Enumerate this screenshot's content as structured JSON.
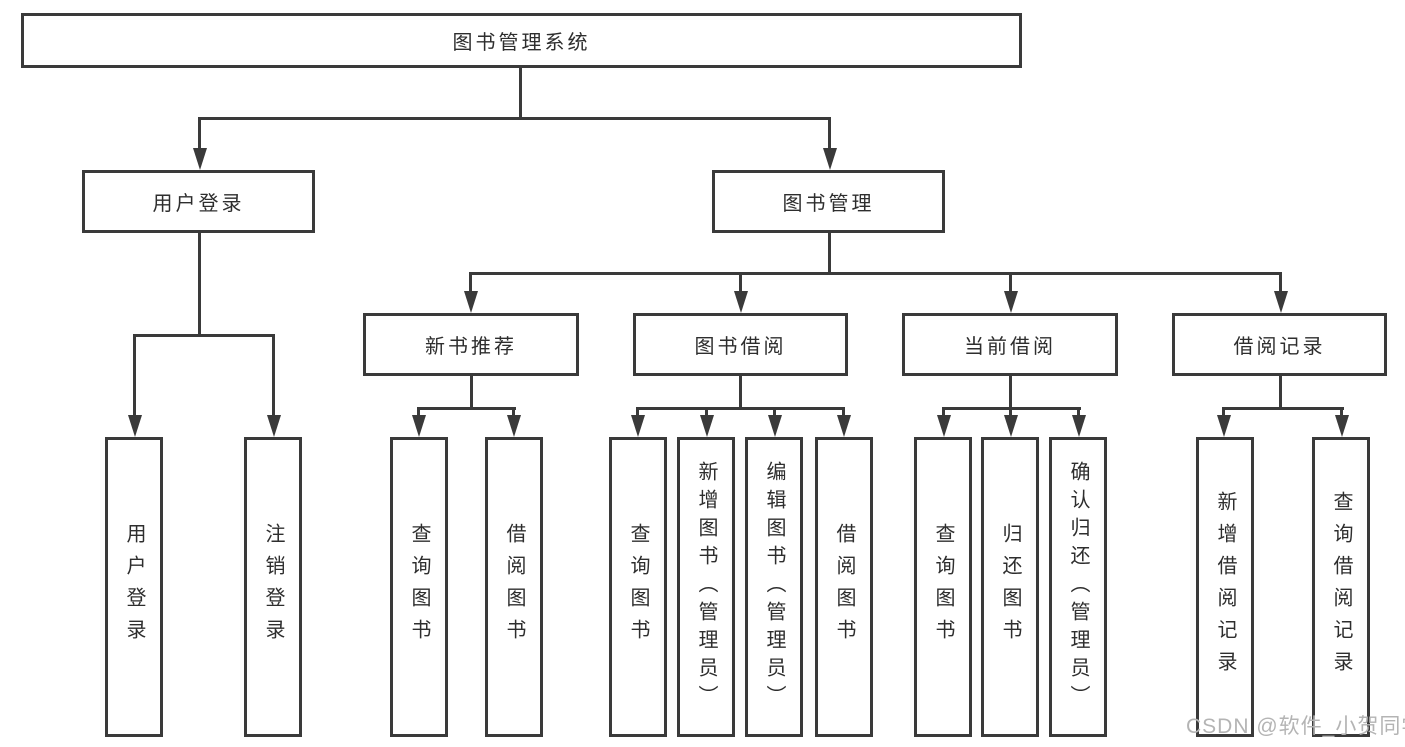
{
  "diagram": {
    "root": {
      "label": "图书管理系统"
    },
    "level2": [
      {
        "label": "用户登录"
      },
      {
        "label": "图书管理"
      }
    ],
    "level3": [
      {
        "label": "新书推荐"
      },
      {
        "label": "图书借阅"
      },
      {
        "label": "当前借阅"
      },
      {
        "label": "借阅记录"
      }
    ],
    "leaves": [
      {
        "label": "用户登录"
      },
      {
        "label": "注销登录"
      },
      {
        "label": "查询图书"
      },
      {
        "label": "借阅图书"
      },
      {
        "label": "查询图书"
      },
      {
        "label": "新增图书（管理员）"
      },
      {
        "label": "编辑图书（管理员）"
      },
      {
        "label": "借阅图书"
      },
      {
        "label": "查询图书"
      },
      {
        "label": "归还图书"
      },
      {
        "label": "确认归还（管理员）"
      },
      {
        "label": "新增借阅记录"
      },
      {
        "label": "查询借阅记录"
      }
    ],
    "watermark": "CSDN @软件_小贺同学",
    "colors": {
      "line": "#3a3a3a",
      "text": "#2e2e2e",
      "watermark": "#b4b4b4",
      "background": "#ffffff"
    }
  }
}
